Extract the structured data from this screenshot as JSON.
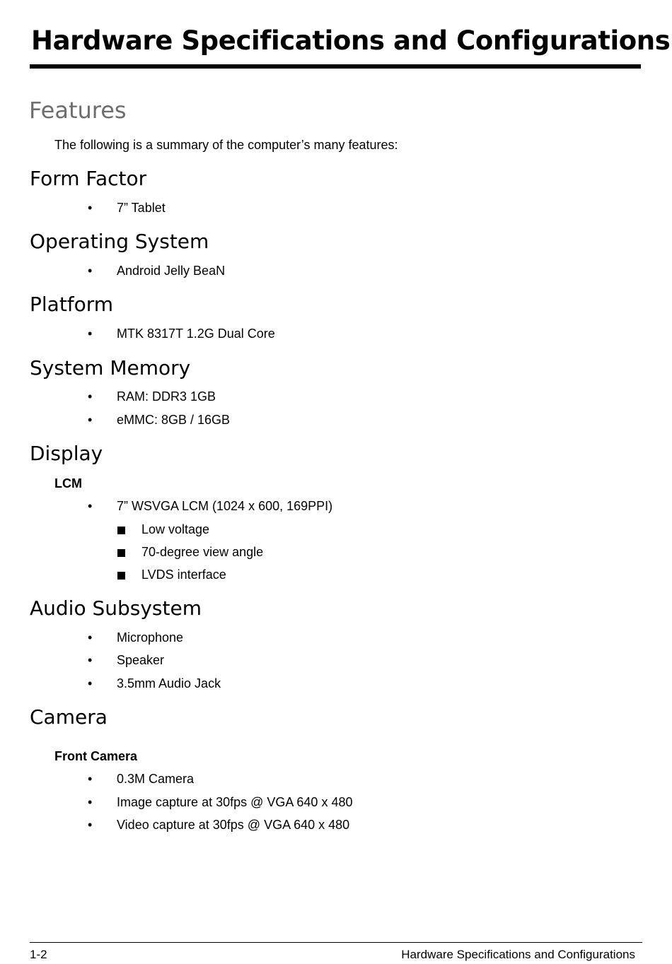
{
  "header": {
    "title": "Hardware Specifications and Configurations"
  },
  "section": {
    "title": "Features",
    "intro": "The following is a summary of the computer’s many features:"
  },
  "bullet_symbol": "•",
  "form_factor": {
    "heading": "Form Factor",
    "items": [
      "7” Tablet"
    ]
  },
  "operating_system": {
    "heading": "Operating System",
    "items": [
      "Android Jelly BeaN"
    ]
  },
  "platform": {
    "heading": "Platform",
    "items": [
      "MTK 8317T 1.2G Dual Core"
    ]
  },
  "system_memory": {
    "heading": "System Memory",
    "items": [
      "RAM: DDR3 1GB",
      "eMMC: 8GB / 16GB"
    ]
  },
  "display": {
    "heading": "Display",
    "subheading": "LCM",
    "items": [
      "7” WSVGA LCM (1024 x 600, 169PPI)"
    ],
    "subitems": [
      "Low voltage",
      "70-degree view angle",
      "LVDS interface"
    ]
  },
  "audio": {
    "heading": "Audio Subsystem",
    "items": [
      "Microphone",
      "Speaker",
      "3.5mm Audio Jack"
    ]
  },
  "camera": {
    "heading": "Camera",
    "subheading": "Front Camera",
    "items": [
      "0.3M Camera",
      "Image capture at 30fps @ VGA 640 x 480",
      "Video capture at 30fps @ VGA 640 x 480"
    ]
  },
  "footer": {
    "page_number": "1-2",
    "chapter_title": "Hardware Specifications and Configurations"
  }
}
